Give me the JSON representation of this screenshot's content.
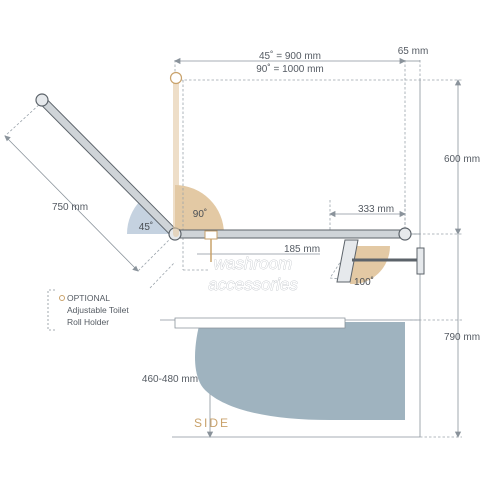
{
  "labels": {
    "dim_45": "45˚ = 900 mm",
    "dim_90": "90˚ = 1000 mm",
    "dim_65": "65 mm",
    "dim_600": "600 mm",
    "dim_750": "750 mm",
    "dim_333": "333 mm",
    "dim_185": "185 mm",
    "dim_790": "790 mm",
    "dim_460": "460-480 mm",
    "angle_90": "90˚",
    "angle_45": "45˚",
    "angle_100": "100˚",
    "optional_line1": "OPTIONAL",
    "optional_line2": "Adjustable Toilet",
    "optional_line3": "Roll Holder",
    "side": "SIDE",
    "watermark_line1": "washroom",
    "watermark_line2": "accessories"
  },
  "colors": {
    "rail": "#cfd4d8",
    "rail_outline": "#5c636a",
    "angle_tan": "#e3c9a4",
    "angle_blue": "#c5d2e0",
    "toilet": "#9fb3bf",
    "accent": "#c9a26b"
  },
  "icons": {
    "optional_marker": "circle-outline-icon"
  }
}
